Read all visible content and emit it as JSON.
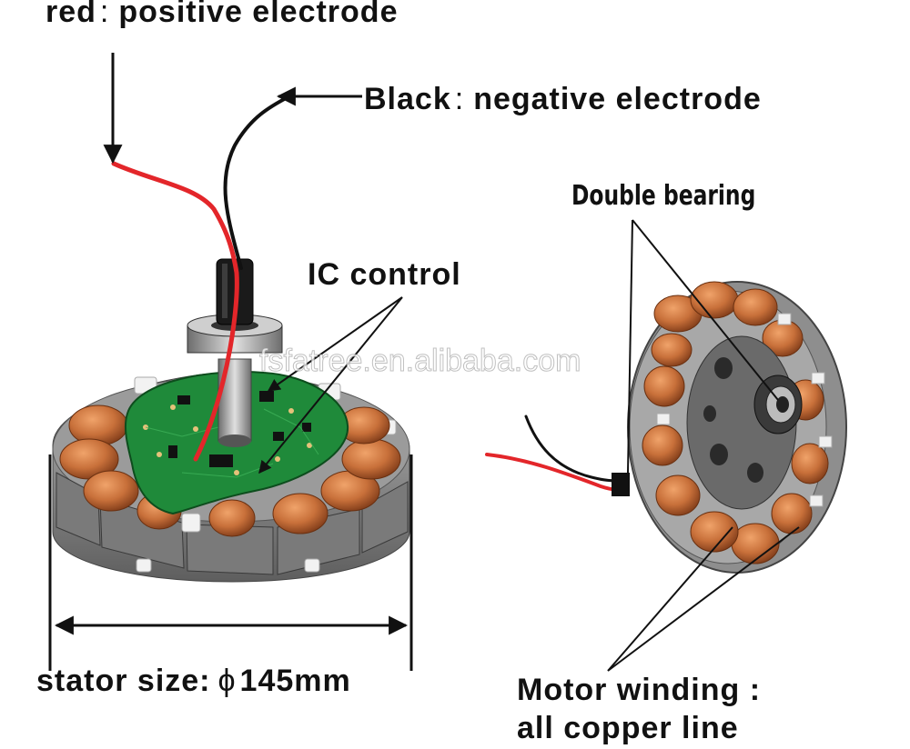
{
  "labels": {
    "red": "red",
    "red_sep": ":",
    "red_desc": "positive electrode",
    "black": "Black",
    "black_sep": ":",
    "black_desc": "negative electrode",
    "ic": "IC  control",
    "bearing": "Double bearing",
    "stator": "stator size:",
    "phi": "ϕ",
    "stator_value": "145mm",
    "winding_1": "Motor winding :",
    "winding_2": "all copper line"
  },
  "watermark": "fsfatree.en.alibaba.com",
  "colors": {
    "copper": "#c8703a",
    "copper_dark": "#8a4320",
    "steel": "#8c8c8c",
    "pcb": "#1f8a3a",
    "wire_red": "#e3262a",
    "wire_black": "#111111"
  }
}
